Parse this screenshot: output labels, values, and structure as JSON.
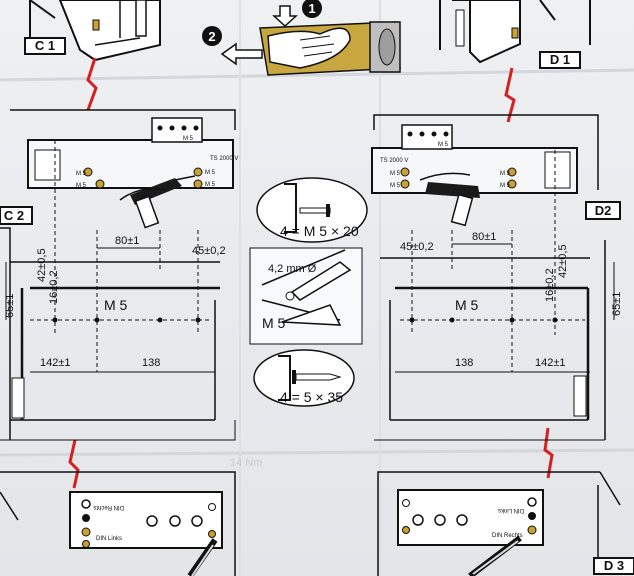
{
  "labels": {
    "c1": "C 1",
    "c2": "C 2",
    "d1": "D 1",
    "d2": "D2",
    "d3": "D 3",
    "m5": "M 5",
    "m5_spaced": "M 5",
    "model": "TS 2000 V"
  },
  "steps": {
    "step1": "1",
    "step2": "2"
  },
  "dimensions": {
    "d80": "80±1",
    "d45": "45±0,2",
    "d142": "142±1",
    "d138": "138",
    "d65": "65±1",
    "d42": "42±0,5",
    "d16": "16±0,2"
  },
  "screws": {
    "machine": "4 = M 5 × 20",
    "drill": "4,2 mm Ø",
    "wood": "4 = 5 × 35"
  },
  "plate": {
    "din_left": "DIN Links",
    "din_right": "DIN Rechts"
  },
  "ghost": {
    "text": "14 Nm"
  },
  "colors": {
    "paper": "#e9ebee",
    "ink": "#111111",
    "brass": "#c9a132",
    "marker": "#d42020"
  }
}
